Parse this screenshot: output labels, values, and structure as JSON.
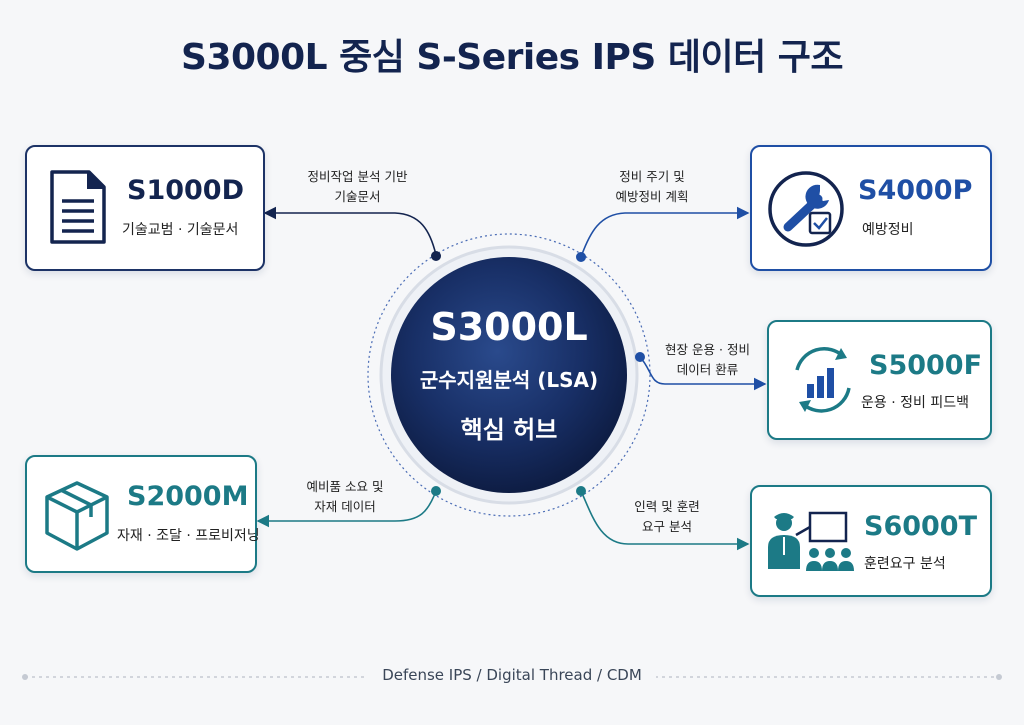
{
  "title": "S3000L 중심 S-Series IPS 데이터 구조",
  "hub": {
    "code": "S3000L",
    "line1": "군수지원분석 (LSA)",
    "line2": "핵심 허브"
  },
  "cards": {
    "s1000d": {
      "code": "S1000D",
      "desc": "기술교범 · 기술문서",
      "color": "#13244f"
    },
    "s2000m": {
      "code": "S2000M",
      "desc": "자재 · 조달 · 프로비저닝",
      "color": "#1c7a86"
    },
    "s4000p": {
      "code": "S4000P",
      "desc": "예방정비",
      "color": "#1f4fa5"
    },
    "s5000f": {
      "code": "S5000F",
      "desc": "운용 · 정비 피드백",
      "color": "#1c7a86"
    },
    "s6000t": {
      "code": "S6000T",
      "desc": "훈련요구 분석",
      "color": "#1c7a86"
    }
  },
  "links": {
    "s1000d": {
      "line1": "정비작업 분석 기반",
      "line2": "기술문서"
    },
    "s4000p": {
      "line1": "정비 주기 및",
      "line2": "예방정비 계획"
    },
    "s5000f": {
      "line1": "현장 운용 · 정비",
      "line2": "데이터 환류"
    },
    "s2000m": {
      "line1": "예비품 소요 및",
      "line2": "자재 데이터"
    },
    "s6000t": {
      "line1": "인력 및 훈련",
      "line2": "요구 분석"
    }
  },
  "footer": "Defense IPS / Digital Thread / CDM",
  "icons": {
    "s1000d": "document-icon",
    "s2000m": "package-box-icon",
    "s4000p": "wrench-check-icon",
    "s5000f": "cycle-bar-chart-icon",
    "s6000t": "trainer-audience-icon"
  }
}
